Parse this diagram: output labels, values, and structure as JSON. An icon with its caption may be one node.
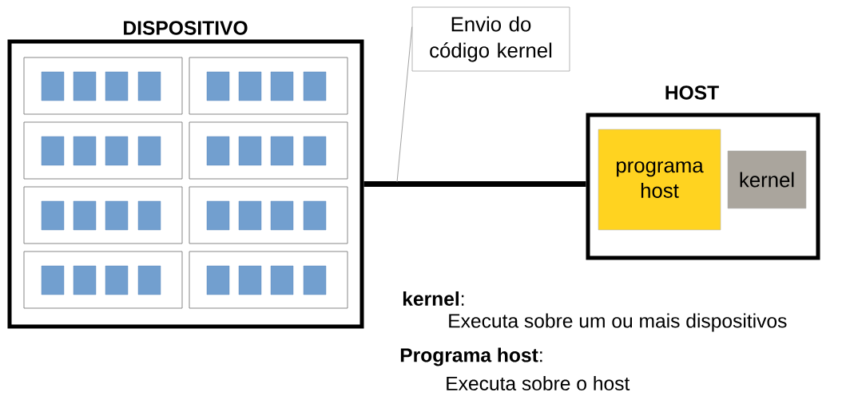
{
  "diagram": {
    "nodes": [
      {
        "text": [
          "DISPOSITIVO"
        ]
      },
      {
        "text": [],
        "shape": "box",
        "in": 0
      },
      {
        "text": [],
        "shape": "box",
        "in": 1
      },
      {
        "text": [],
        "shape": "box",
        "in": 1
      },
      {
        "text": [],
        "shape": "box",
        "in": 1
      },
      {
        "text": [],
        "shape": "box",
        "in": 1
      },
      {
        "text": [],
        "shape": "box",
        "in": 0
      },
      {
        "text": [],
        "shape": "box",
        "in": 6
      },
      {
        "text": [],
        "shape": "box",
        "in": 6
      },
      {
        "text": [],
        "shape": "box",
        "in": 6
      },
      {
        "text": [],
        "shape": "box",
        "in": 6
      },
      {
        "text": [],
        "shape": "box",
        "in": 0
      },
      {
        "text": [],
        "shape": "box",
        "in": 11
      },
      {
        "text": [],
        "shape": "box",
        "in": 11
      },
      {
        "text": [],
        "shape": "box",
        "in": 11
      },
      {
        "text": [],
        "shape": "box",
        "in": 11
      },
      {
        "text": [],
        "shape": "box",
        "in": 0
      },
      {
        "text": [],
        "shape": "box",
        "in": 16
      },
      {
        "text": [],
        "shape": "box",
        "in": 16
      },
      {
        "text": [],
        "shape": "box",
        "in": 16
      },
      {
        "text": [],
        "shape": "box",
        "in": 16
      },
      {
        "text": [],
        "shape": "box",
        "in": 0
      },
      {
        "text": [],
        "shape": "box",
        "in": 21
      },
      {
        "text": [],
        "shape": "box",
        "in": 21
      },
      {
        "text": [],
        "shape": "box",
        "in": 21
      },
      {
        "text": [],
        "shape": "box",
        "in": 21
      },
      {
        "text": [],
        "shape": "box",
        "in": 0
      },
      {
        "text": [],
        "shape": "box",
        "in": 26
      },
      {
        "text": [],
        "shape": "box",
        "in": 26
      },
      {
        "text": [],
        "shape": "box",
        "in": 26
      },
      {
        "text": [],
        "shape": "box",
        "in": 26
      },
      {
        "text": [],
        "shape": "box",
        "in": 0
      },
      {
        "text": [],
        "shape": "box",
        "in": 31
      },
      {
        "text": [],
        "shape": "box",
        "in": 31
      },
      {
        "text": [],
        "shape": "box",
        "in": 31
      },
      {
        "text": [],
        "shape": "box",
        "in": 31
      },
      {
        "text": [],
        "shape": "box",
        "in": 0
      },
      {
        "text": [],
        "shape": "box",
        "in": 36
      },
      {
        "text": [],
        "shape": "box",
        "in": 36
      },
      {
        "text": [],
        "shape": "box",
        "in": 36
      },
      {
        "text": [],
        "shape": "box",
        "in": 36
      },
      {
        "text": [
          "HOST"
        ]
      },
      {
        "text": [
          "programa host"
        ],
        "in": 41
      },
      {
        "text": [
          "kernel"
        ],
        "in": 41
      },
      {
        "text": [
          "Envio do código kernel"
        ]
      }
    ],
    "edges": [
      {
        "from": 0,
        "to": 41,
        "arrow": "none",
        "style": "thick"
      },
      {
        "from": 44,
        "to": null,
        "arrow": "none",
        "color": "#8c8c8c"
      }
    ],
    "labels": [
      "**kernel**:",
      "Executa sobre um ou mais dispositivos",
      "**Programa host**:",
      "Executa sobre o host"
    ]
  }
}
